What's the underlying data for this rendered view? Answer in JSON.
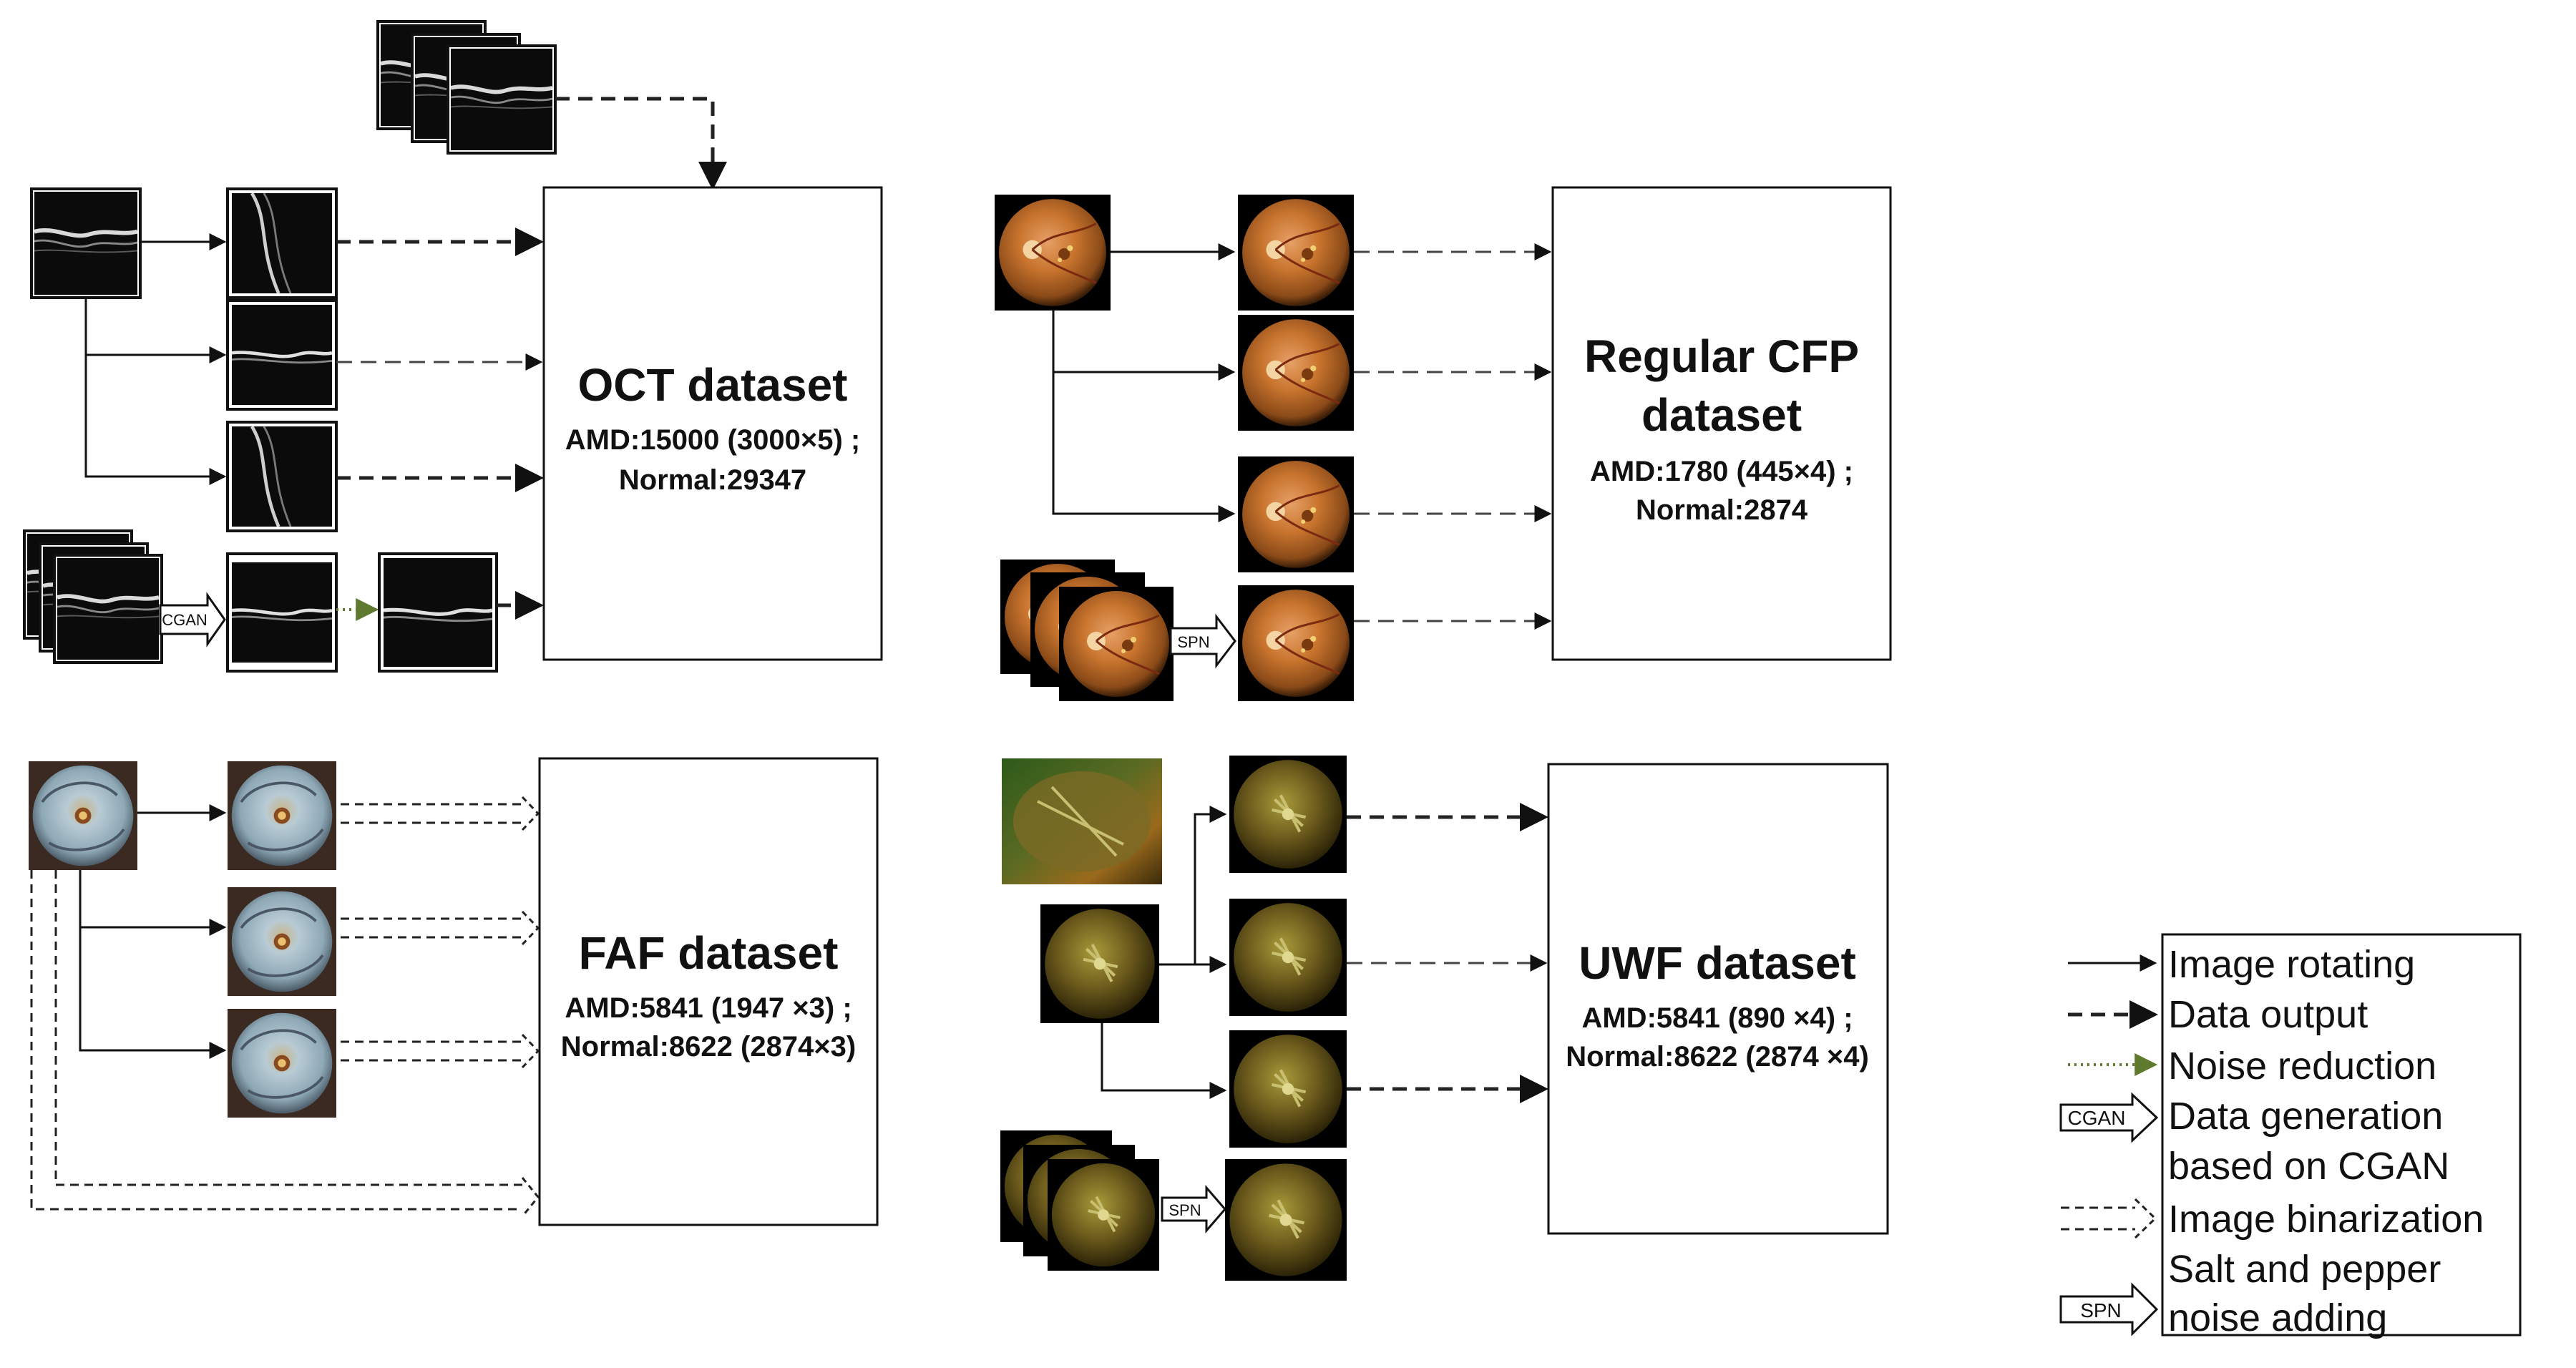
{
  "datasets": {
    "oct": {
      "title": "OCT dataset",
      "amd": "AMD:15000 (3000×5) ;",
      "normal": "Normal:29347"
    },
    "cfp": {
      "title1": "Regular CFP",
      "title2": "dataset",
      "amd": "AMD:1780 (445×4) ;",
      "normal": "Normal:2874"
    },
    "faf": {
      "title": "FAF dataset",
      "amd": "AMD:5841 (1947 ×3) ;",
      "normal": "Normal:8622 (2874×3)"
    },
    "uwf": {
      "title": "UWF dataset",
      "amd": "AMD:5841 (890 ×4) ;",
      "normal": "Normal:8622 (2874 ×4)"
    }
  },
  "tags": {
    "cgan": "CGAN",
    "spn": "SPN"
  },
  "legend": {
    "image_rotating": "Image rotating",
    "data_output": "Data output",
    "noise_reduction": "Noise reduction",
    "data_generation_1": "Data generation",
    "data_generation_2": "based on CGAN",
    "image_binarization": "Image binarization",
    "salt_pepper_1": "Salt and pepper",
    "salt_pepper_2": "noise adding"
  },
  "colors": {
    "oct_scan": "#0b0b0b",
    "fundus_orange": "#c8742e",
    "uwf_green": "#6b5a1c",
    "faf_blue": "#9fb7c4",
    "noise_reduction_line": "#5f7a2e"
  }
}
